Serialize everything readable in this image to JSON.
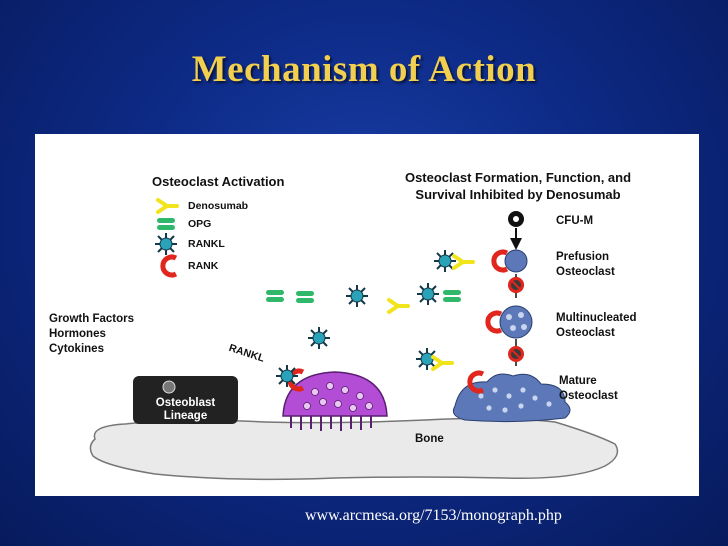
{
  "slide": {
    "title": "Mechanism of Action",
    "source_url": "www.arcmesa.org/7153/monograph.php",
    "background_color": "#0d2a86",
    "title_color": "#f2cf4e"
  },
  "figure": {
    "activation_heading": "Osteoclast Activation",
    "inhibition_heading_line1": "Osteoclast Formation, Function, and",
    "inhibition_heading_line2": "Survival Inhibited by Denosumab",
    "legend": {
      "denosumab": "Denosumab",
      "opg": "OPG",
      "rankl": "RANKL",
      "rank": "RANK"
    },
    "factors": {
      "line1": "Growth Factors",
      "line2": "Hormones",
      "line3": "Cytokines"
    },
    "rankl_label": "RANKL",
    "osteoblast_line1": "Osteoblast",
    "osteoblast_line2": "Lineage",
    "bone_label": "Bone",
    "stages": {
      "cfu_m": "CFU-M",
      "prefusion_line1": "Prefusion",
      "prefusion_line2": "Osteoclast",
      "multinucleated_line1": "Multinucleated",
      "multinucleated_line2": "Osteoclast",
      "mature_line1": "Mature",
      "mature_line2": "Osteoclast"
    },
    "colors": {
      "denosumab": "#f2e41c",
      "opg": "#2fb86a",
      "rankl": "#2aa3b8",
      "rank": "#e0261d",
      "active_osteoclast": "#b44dd6",
      "osteoclast_blue": "#5c78b8",
      "bone": "#eaeaea"
    }
  }
}
